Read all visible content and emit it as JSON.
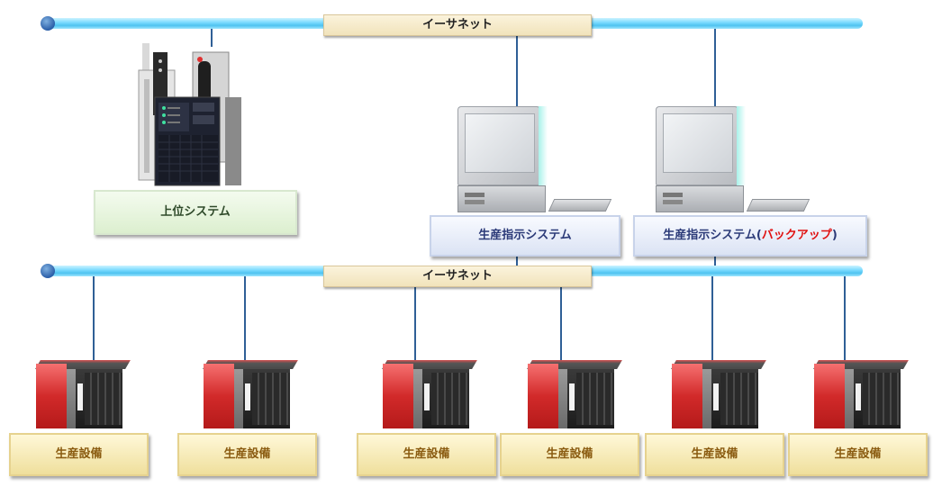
{
  "network": {
    "ethernet_top_label": "イーサネット",
    "ethernet_bottom_label": "イーサネット"
  },
  "nodes": {
    "host_system_label": "上位システム",
    "production_system_label": "生産指示システム",
    "production_backup_label_main": "生産指示システム",
    "production_backup_label_open": "(",
    "production_backup_label_backup": "バックアップ",
    "production_backup_label_close": ")"
  },
  "equipment": [
    {
      "label": "生産設備"
    },
    {
      "label": "生産設備"
    },
    {
      "label": "生産設備"
    },
    {
      "label": "生産設備"
    },
    {
      "label": "生産設備"
    },
    {
      "label": "生産設備"
    }
  ],
  "colors": {
    "connector": "#2f5f96",
    "bus": "#4fc3f0",
    "backup_text": "#e01010"
  }
}
